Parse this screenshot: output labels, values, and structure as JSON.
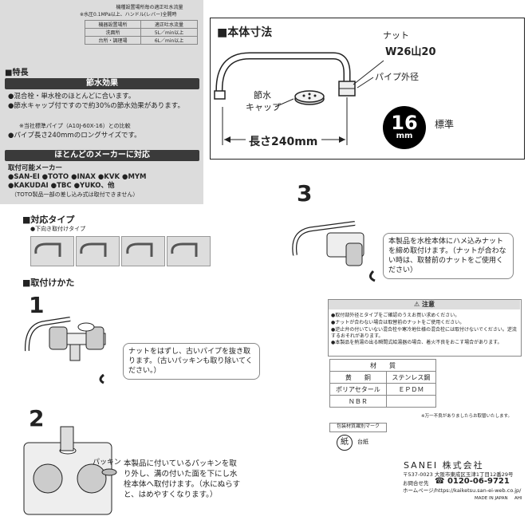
{
  "flow_table": {
    "title": "機種設置場所毎の適正吐水流量",
    "note": "※水圧0.1MPa以上、ハンドル(レバー)全開時",
    "headers": [
      "機器設置場所",
      "適正吐水流量"
    ],
    "rows": [
      [
        "洗面所",
        "5L／min以上"
      ],
      [
        "台所・調理場",
        "6L／min以上"
      ]
    ]
  },
  "features": {
    "heading": "■特長",
    "bar1": "節水効果",
    "items": [
      "●混合栓・単水栓のほとんどに合います。",
      "●節水キャップ付ですので約30%の節水効果があります。",
      "※当社標準パイプ（A10J-60X-16）との比較",
      "●パイプ長さ240mmのロングサイズです。"
    ],
    "bar2": "ほとんどのメーカーに対応",
    "makers_label": "取付可能メーカー",
    "makers1": "●SAN-EI ●TOTO ●INAX ●KVK ●MYM",
    "makers2": "●KAKUDAI ●TBC ●YUKO、他",
    "makers_note": "（TOTO製品一部の差し込み式は取付できません）"
  },
  "dimensions": {
    "heading": "■本体寸法",
    "nut_label": "ナット",
    "thread": "W26山20",
    "pipe_label": "パイプ外径",
    "cap_label1": "節水",
    "cap_label2": "キャップ",
    "length": "長さ240mm",
    "diameter_num": "16",
    "diameter_unit": "mm",
    "standard": "標準"
  },
  "types": {
    "heading": "■対応タイプ",
    "sub": "●下向き取付けタイプ"
  },
  "install": {
    "heading": "■取付けかた",
    "step1_num": "1",
    "step1_text": "ナットをはずし、古いパイプを抜き取ります。（古いパッキンも取り除いてください。）",
    "step2_num": "2",
    "step2_part": "パッキン",
    "step2_text": "本製品に付いているパッキンを取り外し、溝の付いた面を下にし水栓本体へ取付けます。（水にぬらすと、はめやすくなります。）",
    "step3_num": "3",
    "step3_text": "本製品を水栓本体にハメ込みナットを締め取付けます。（ナットが合わない時は、取替前のナットをご使用ください）"
  },
  "caution": {
    "title": "注意",
    "lines": [
      "●取付部外径とタイプをご確認のうえお買い求めください。",
      "●ナットが合わない場合は取替前のナットをご使用ください。",
      "●逆止弁の付いていない混合栓や寒冷地仕様の混合栓には取付けないでください。逆流するおそれがあります。",
      "●本製品を熱湯の出る瞬間式給湯器の場合、着火不良をおこす場合があります。"
    ]
  },
  "materials": {
    "headers": [
      "材",
      "質"
    ],
    "rows": [
      [
        "黄　　銅",
        "ステンレス鋼"
      ],
      [
        "ポリアセタール",
        "ＥＰＤＭ"
      ],
      [
        "ＮＢＲ",
        ""
      ]
    ]
  },
  "defect_note": "※万一不良がありましたらお取替いたします。",
  "packaging": {
    "title": "包装材質識別マーク",
    "mark": "紙",
    "label": "台紙"
  },
  "company": {
    "name": "SANEI 株式会社",
    "address": "〒537-0023 大阪市東成区玉津1丁目12番29号",
    "contact_label": "お問合せ先",
    "phone": "0120-06-9721",
    "web": "ホームページ/https://kaiketsu.san-ei-web.co.jp/",
    "made_in": "MADE IN JAPAN",
    "code": "AHI"
  }
}
